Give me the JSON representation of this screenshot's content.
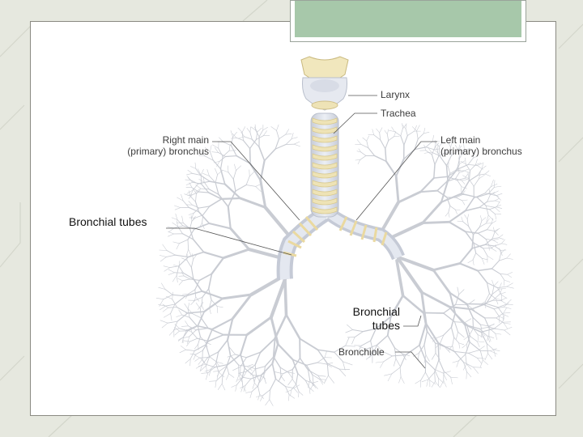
{
  "labels": {
    "larynx": "Larynx",
    "trachea": "Trachea",
    "right_main_line1": "Right main",
    "right_main_line2": "(primary) bronchus",
    "left_main_line1": "Left main",
    "left_main_line2": "(primary) bronchus",
    "bronchiole": "Bronchiole"
  },
  "callouts": {
    "bronchial_tubes_left": "Bronchial tubes",
    "bronchial_tubes_right_line1": "Bronchial",
    "bronchial_tubes_right_line2": "tubes"
  },
  "colors": {
    "background": "#e6e8df",
    "title_box": "#a7c8aa",
    "airway": "#d9dde6",
    "cartilage": "#eee3b6"
  }
}
